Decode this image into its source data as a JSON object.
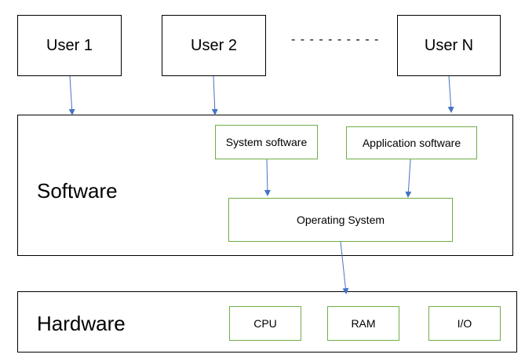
{
  "users": [
    {
      "label": "User 1"
    },
    {
      "label": "User 2"
    },
    {
      "label": "User N"
    }
  ],
  "ellipsis": "- - - - - - - - - -",
  "software": {
    "label": "Software",
    "system_software": "System software",
    "application_software": "Application software",
    "operating_system": "Operating System"
  },
  "hardware": {
    "label": "Hardware",
    "cpu": "CPU",
    "ram": "RAM",
    "io": "I/O"
  },
  "colors": {
    "arrow": "#4472c4",
    "green_border": "#70ad47"
  }
}
